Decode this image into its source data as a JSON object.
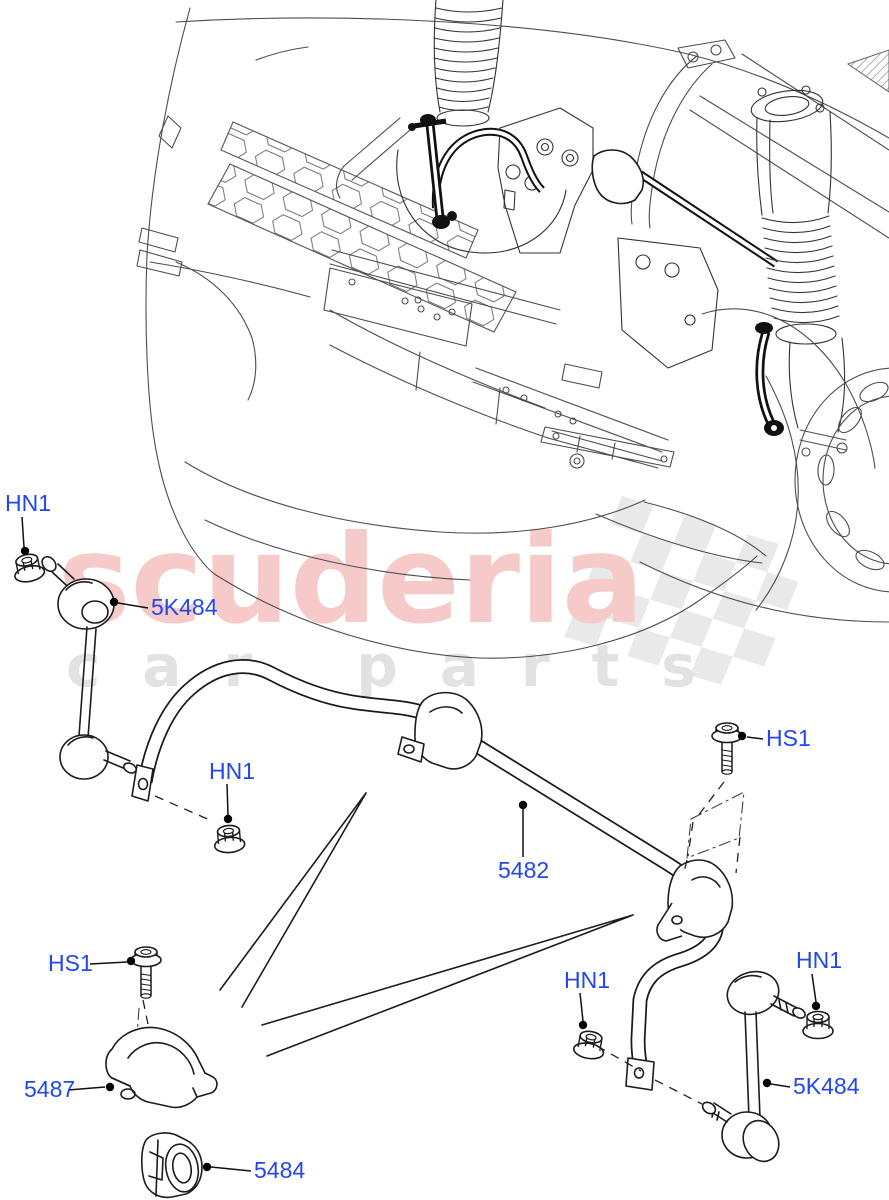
{
  "page": {
    "background": "#ffffff",
    "type": "parts-diagram"
  },
  "watermark": {
    "brand": "scuderia",
    "tagline": "car parts",
    "brand_color": "#f7caca",
    "tagline_color": "#e2e2e2",
    "flag_color": "#e9e9e9"
  },
  "diagram": {
    "label_color": "#2247ed",
    "line_color": "#1c1c1c",
    "labels": [
      {
        "id": "hn1-top-left",
        "text": "HN1"
      },
      {
        "id": "5k484-left-link",
        "text": "5K484"
      },
      {
        "id": "hn1-mid-left",
        "text": "HN1"
      },
      {
        "id": "5482-stabilizer-bar",
        "text": "5482"
      },
      {
        "id": "hs1-right-bolt",
        "text": "HS1"
      },
      {
        "id": "hs1-left-bolt",
        "text": "HS1"
      },
      {
        "id": "hn1-bottom-mid",
        "text": "HN1"
      },
      {
        "id": "hn1-bottom-right",
        "text": "HN1"
      },
      {
        "id": "5k484-right-link",
        "text": "5K484"
      },
      {
        "id": "5487-clamp",
        "text": "5487"
      },
      {
        "id": "5484-bushing",
        "text": "5484"
      }
    ]
  }
}
